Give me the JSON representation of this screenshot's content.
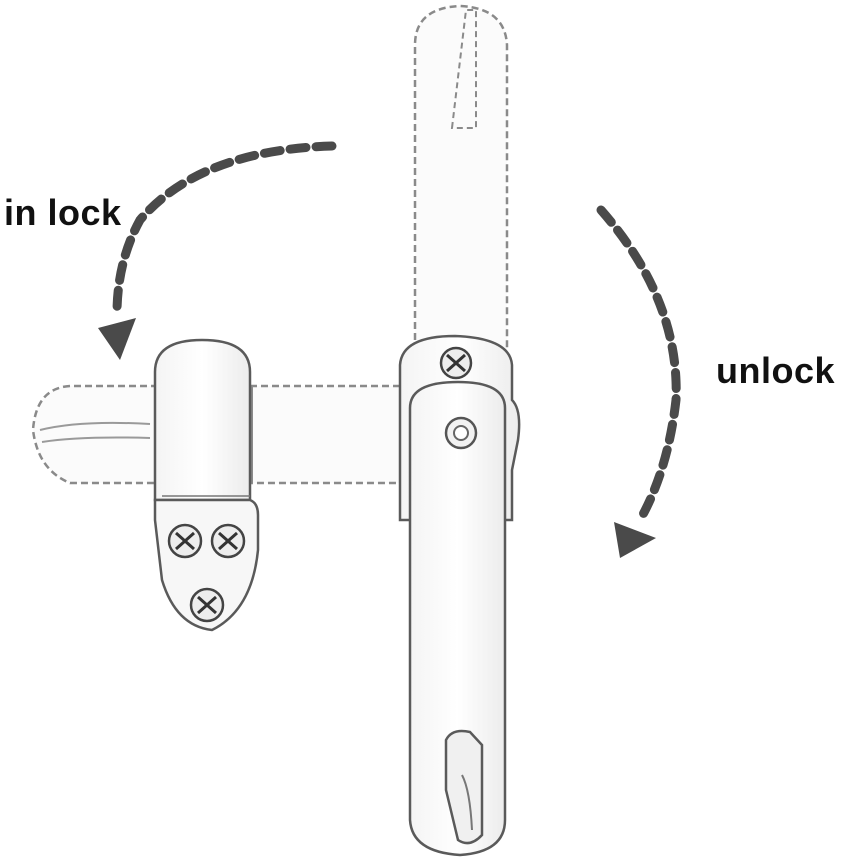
{
  "labels": {
    "lock": "in lock",
    "unlock": "unlock"
  },
  "colors": {
    "background": "#ffffff",
    "outline": "#6a6a6a",
    "dashed_outline": "#8a8a8a",
    "arrow": "#4a4a4a",
    "text": "#111111"
  },
  "icons": {
    "lock_arrow": "curved-dashed-arrow-counterclockwise",
    "unlock_arrow": "curved-dashed-arrow-clockwise",
    "screw": "phillips-screw-head"
  }
}
